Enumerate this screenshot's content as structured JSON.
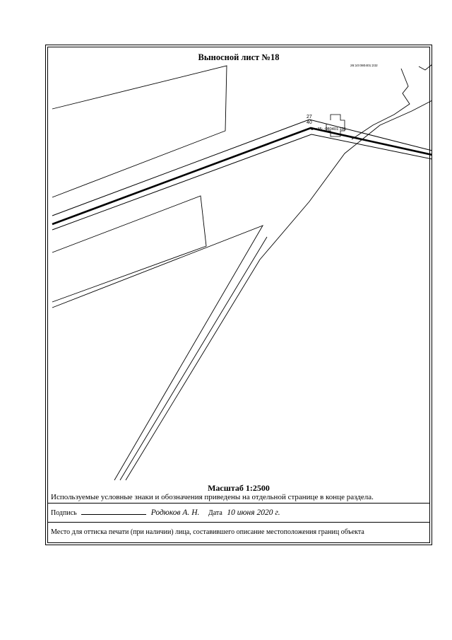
{
  "sheet": {
    "title": "Выносной лист №18",
    "scale_label": "Масштаб 1:2500",
    "legend_note": "Используемые условные знаки и обозначения приведены на отдельной странице в конце раздела."
  },
  "map": {
    "labels": {
      "point_a": "27",
      "point_b": "40",
      "parcel_number": ":35: :080401:105",
      "top_right_text": "26:10:080401:232"
    },
    "line_color": "#000000"
  },
  "signature": {
    "sign_label": "Подпись",
    "signer_name": "Родюков А. Н.",
    "date_label": "Дата",
    "date_value": "10 июня 2020 г.",
    "seal_note": "Место для оттиска печати (при наличии) лица, составившего описание местоположения границ объекта"
  }
}
